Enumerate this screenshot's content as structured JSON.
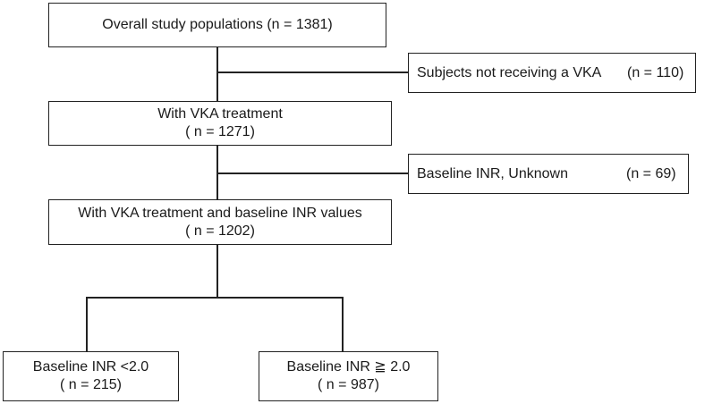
{
  "boxes": {
    "overall": {
      "line1": "Overall study populations (n = 1381)"
    },
    "excluded_no_vka": {
      "label": "Subjects not receiving a VKA",
      "n": "(n = 110)"
    },
    "vka": {
      "line1": "With VKA treatment",
      "line2": "( n = 1271)"
    },
    "excluded_unknown_inr": {
      "label": "Baseline INR, Unknown",
      "n": "(n = 69)"
    },
    "vka_inr": {
      "line1": "With VKA treatment and baseline INR values",
      "line2": "( n = 1202)"
    },
    "inr_low": {
      "line1": "Baseline INR <2.0",
      "line2": "( n = 215)"
    },
    "inr_high": {
      "line1": "Baseline INR ≧ 2.0",
      "line2": "( n = 987)"
    }
  }
}
